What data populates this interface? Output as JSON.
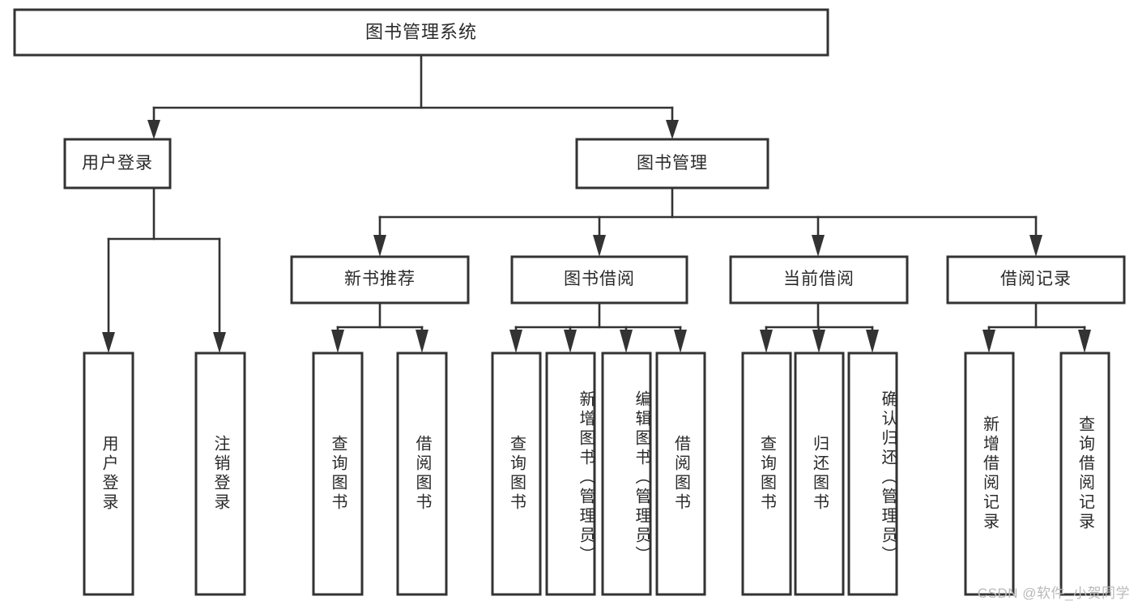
{
  "diagram": {
    "title": "图书管理系统",
    "type": "hierarchy-tree",
    "watermark": "CSDN @软件_小贺同学",
    "colors": {
      "box_stroke": "#333333",
      "box_fill": "#ffffff",
      "connector": "#333333",
      "text": "#2a2a2a",
      "watermark": "#b9b9b9",
      "background": "#ffffff"
    },
    "levels": {
      "root": {
        "label": "图书管理系统",
        "orientation": "horizontal"
      },
      "level2": [
        {
          "label": "用户登录",
          "orientation": "horizontal"
        },
        {
          "label": "图书管理",
          "orientation": "horizontal"
        }
      ],
      "level3": [
        {
          "label": "新书推荐",
          "orientation": "horizontal"
        },
        {
          "label": "图书借阅",
          "orientation": "horizontal"
        },
        {
          "label": "当前借阅",
          "orientation": "horizontal"
        },
        {
          "label": "借阅记录",
          "orientation": "horizontal"
        }
      ],
      "leaves": [
        {
          "label": "用户登录",
          "orientation": "vertical",
          "parent": "用户登录"
        },
        {
          "label": "注销登录",
          "orientation": "vertical",
          "parent": "用户登录"
        },
        {
          "label": "查询图书",
          "orientation": "vertical",
          "parent": "新书推荐"
        },
        {
          "label": "借阅图书",
          "orientation": "vertical",
          "parent": "新书推荐"
        },
        {
          "label": "查询图书",
          "orientation": "vertical",
          "parent": "图书借阅"
        },
        {
          "label": "新增图书（管理员）",
          "orientation": "vertical",
          "parent": "图书借阅"
        },
        {
          "label": "编辑图书（管理员）",
          "orientation": "vertical",
          "parent": "图书借阅"
        },
        {
          "label": "借阅图书",
          "orientation": "vertical",
          "parent": "图书借阅"
        },
        {
          "label": "查询图书",
          "orientation": "vertical",
          "parent": "当前借阅"
        },
        {
          "label": "归还图书",
          "orientation": "vertical",
          "parent": "当前借阅"
        },
        {
          "label": "确认归还（管理员）",
          "orientation": "vertical",
          "parent": "当前借阅"
        },
        {
          "label": "新增借阅记录",
          "orientation": "vertical",
          "parent": "借阅记录"
        },
        {
          "label": "查询借阅记录",
          "orientation": "vertical",
          "parent": "借阅记录"
        }
      ]
    }
  }
}
